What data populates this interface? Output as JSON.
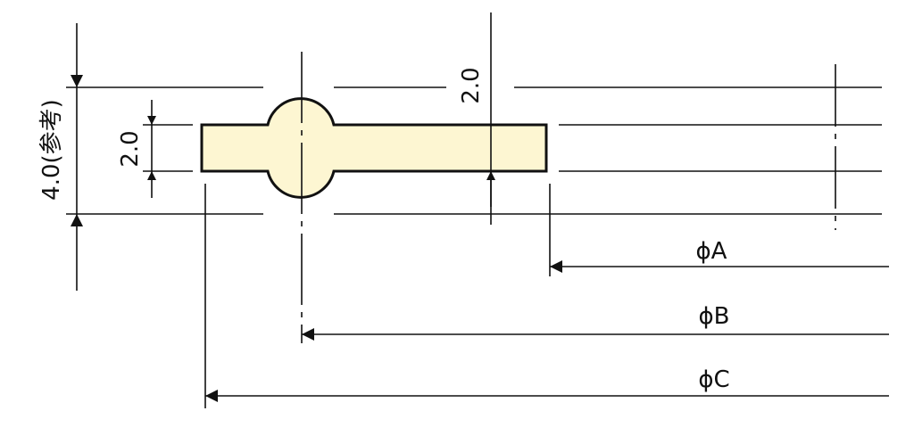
{
  "colors": {
    "line": "#111111",
    "part_fill": "#fdf6d2",
    "background": "#ffffff"
  },
  "dimensions": {
    "overall_thickness": "4.0(参考)",
    "inner_thickness_left": "2.0",
    "inner_thickness_right": "2.0",
    "dia_a": "ϕA",
    "dia_b": "ϕB",
    "dia_c": "ϕC"
  }
}
